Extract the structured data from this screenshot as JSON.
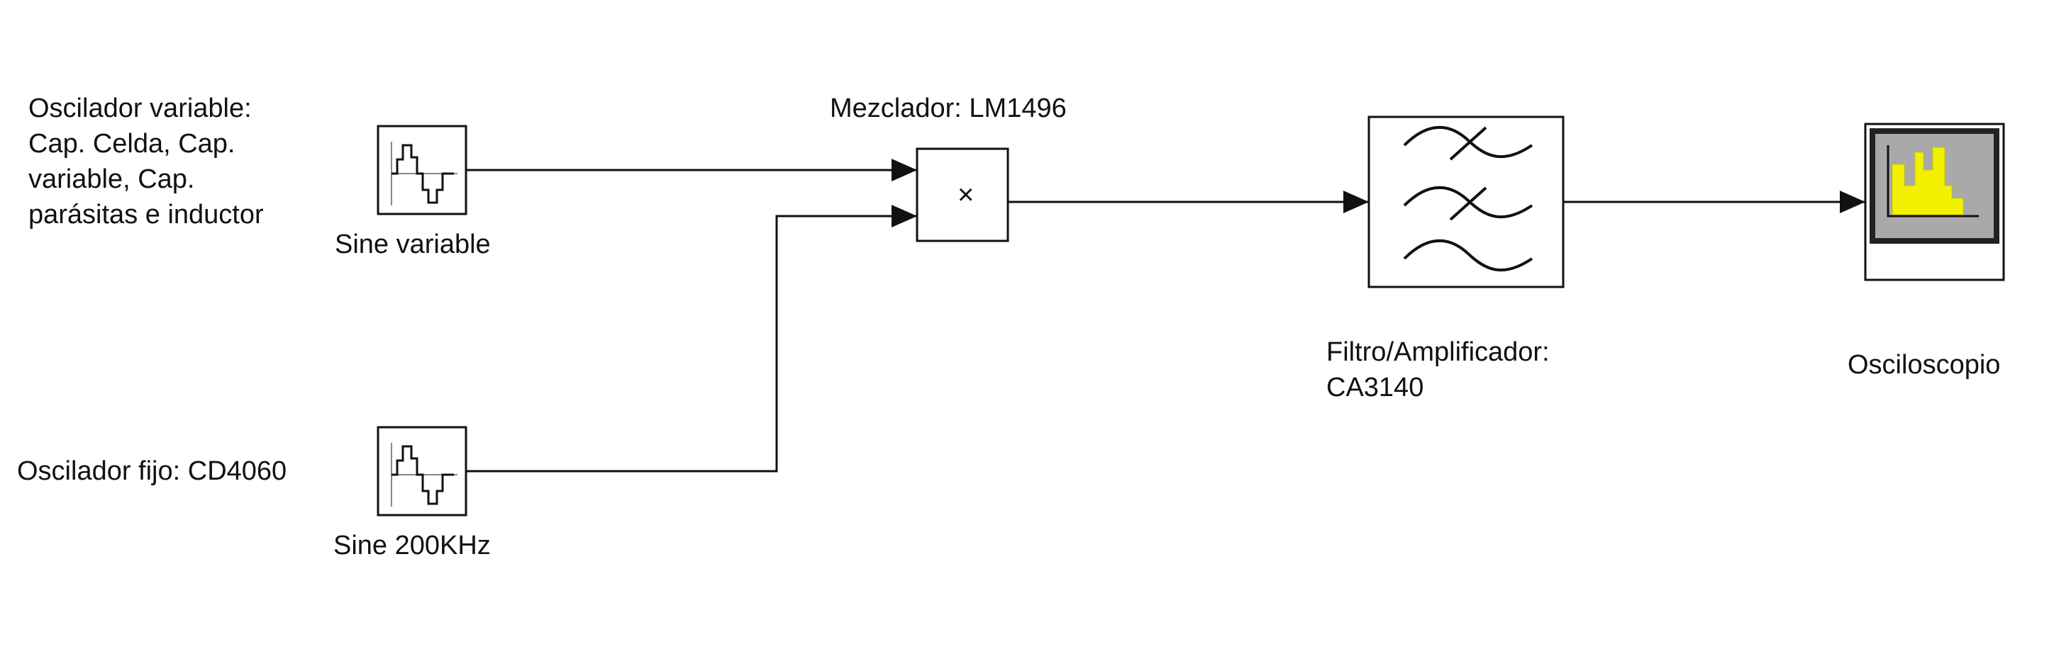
{
  "labels": {
    "osc_variable": [
      "Oscilador variable:",
      "Cap. Celda, Cap.",
      "variable, Cap.",
      "parásitas e inductor"
    ],
    "osc_fijo": "Oscilador fijo: CD4060",
    "sine_variable": "Sine variable",
    "sine_200k": "Sine 200KHz",
    "mezclador": "Mezclador: LM1496",
    "filtro": [
      "Filtro/Amplificador:",
      "CA3140"
    ],
    "osciloscopio": "Osciloscopio"
  },
  "blocks": {
    "product_symbol": "×"
  },
  "colors": {
    "line": "#111111",
    "scope_screen": "#a9a9a9",
    "scope_trace": "#f2f200",
    "scope_frame": "#222222"
  },
  "icons": [
    "sine-wave-icon",
    "product-icon",
    "filter-bank-icon",
    "scope-icon"
  ]
}
